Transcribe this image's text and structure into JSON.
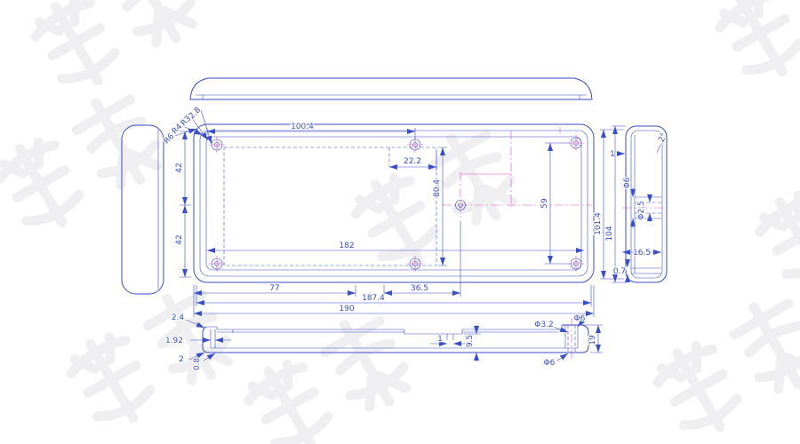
{
  "colors": {
    "line": "#3b4ec9",
    "accent": "#d94fc6",
    "watermark": "#efeff2",
    "background": "#ffffff"
  },
  "labels": {
    "r6": "R6",
    "r4": "R4",
    "r3": "R3",
    "r2_8": "2.8",
    "len_100_4": "100.4",
    "len_22_2": "22.2",
    "len_80_4": "80.4",
    "len_59": "59",
    "len_182": "182",
    "len_42_upper": "42",
    "len_42_lower": "42",
    "len_77": "77",
    "len_36_5": "36.5",
    "len_187_4": "187.4",
    "len_190": "190",
    "wall_1": "1",
    "len_101_4": "101.4",
    "len_104": "104",
    "dia_6_side": "Φ6",
    "dia_2_5": "Φ2.5",
    "len_16_5": "16.5",
    "len_0_7": "0.7",
    "angle_2": "2°",
    "len_2_4": "2.4",
    "len_1_92": "1.92",
    "len_2": "2",
    "len_0_8": "0.8",
    "len_1_step": "1",
    "len_9_5": "9.5",
    "dia_3_2": "Φ3.2",
    "dia_6_top": "Φ6",
    "dia_6_bottom": "Φ6",
    "len_19": "19"
  }
}
